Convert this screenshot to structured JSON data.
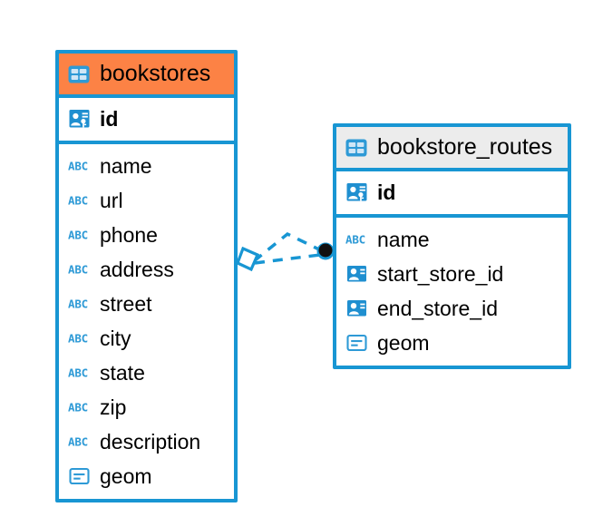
{
  "diagram": {
    "type": "entity-relationship-diagram",
    "background": "#ffffff",
    "accent_blue": "#1896d3",
    "highlight_orange": "#fc8245",
    "header_gray": "#ececec",
    "endpoint_dark": "#111111"
  },
  "entities": [
    {
      "id": "bookstores",
      "name": "bookstores",
      "header_color": "#fc8245",
      "selected": true,
      "table_icon": "table-icon",
      "primary_key": {
        "name": "id",
        "icon": "primary-key-icon"
      },
      "columns": [
        {
          "name": "name",
          "icon": "text-field-icon"
        },
        {
          "name": "url",
          "icon": "text-field-icon"
        },
        {
          "name": "phone",
          "icon": "text-field-icon"
        },
        {
          "name": "address",
          "icon": "text-field-icon"
        },
        {
          "name": "street",
          "icon": "text-field-icon"
        },
        {
          "name": "city",
          "icon": "text-field-icon"
        },
        {
          "name": "state",
          "icon": "text-field-icon"
        },
        {
          "name": "zip",
          "icon": "text-field-icon"
        },
        {
          "name": "description",
          "icon": "text-field-icon"
        },
        {
          "name": "geom",
          "icon": "blob-field-icon"
        }
      ]
    },
    {
      "id": "bookstore_routes",
      "name": "bookstore_routes",
      "header_color": "#ececec",
      "selected": false,
      "table_icon": "table-icon",
      "primary_key": {
        "name": "id",
        "icon": "primary-key-icon"
      },
      "columns": [
        {
          "name": "name",
          "icon": "text-field-icon"
        },
        {
          "name": "start_store_id",
          "icon": "foreign-key-icon"
        },
        {
          "name": "end_store_id",
          "icon": "foreign-key-icon"
        },
        {
          "name": "geom",
          "icon": "blob-field-icon"
        }
      ]
    }
  ],
  "relationship": {
    "from_entity": "bookstores",
    "to_entity": "bookstore_routes",
    "line_style": "dashed",
    "line_color": "#1896d3",
    "source_marker": "diamond-marker",
    "target_marker": "filled-circle-marker"
  }
}
